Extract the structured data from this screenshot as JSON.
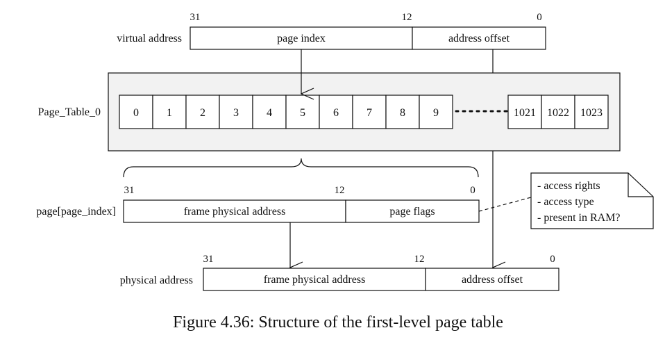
{
  "virtual_address": {
    "label": "virtual address",
    "bit_high": "31",
    "bit_mid": "12",
    "bit_low": "0",
    "field_index": "page index",
    "field_offset": "address offset"
  },
  "page_table": {
    "label": "Page_Table_0",
    "entries": [
      "0",
      "1",
      "2",
      "3",
      "4",
      "5",
      "6",
      "7",
      "8",
      "9"
    ],
    "tail_entries": [
      "1021",
      "1022",
      "1023"
    ]
  },
  "page_entry": {
    "label": "page[page_index]",
    "bit_high": "31",
    "bit_mid": "12",
    "bit_low": "0",
    "field_frame": "frame physical address",
    "field_flags": "page flags"
  },
  "note": {
    "lines": [
      "- access rights",
      "- access type",
      "- present in RAM?"
    ]
  },
  "physical_address": {
    "label": "physical address",
    "bit_high": "31",
    "bit_mid": "12",
    "bit_low": "0",
    "field_frame": "frame physical address",
    "field_offset": "address offset"
  },
  "caption": "Figure 4.36: Structure of the first-level page table"
}
